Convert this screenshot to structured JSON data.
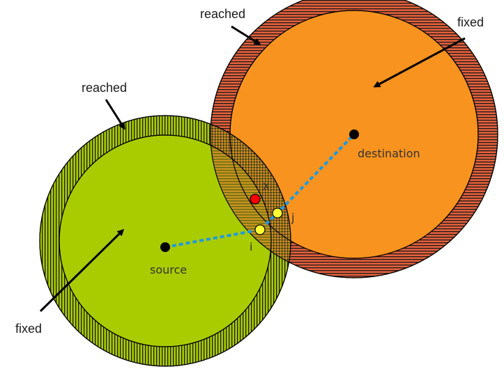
{
  "labels": {
    "reached_top": "reached",
    "reached_left": "reached",
    "fixed_top": "fixed",
    "fixed_bottom": "fixed",
    "destination": "destination",
    "source": "source",
    "node_x": "x",
    "node_i": "i",
    "node_j": "j"
  },
  "colors": {
    "source_fill": "#a9cc00",
    "source_hatch": "#a9cc00",
    "destination_fill": "#f7931e",
    "destination_hatch": "#e4603b",
    "path": "#1f9ae0",
    "node_yellow": "#ffff33",
    "node_red": "#ff0000",
    "outline": "#000000"
  }
}
